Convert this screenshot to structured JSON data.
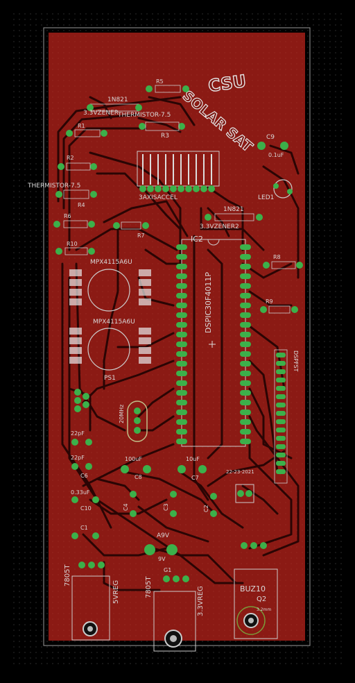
{
  "board": {
    "colors": {
      "background": "#000000",
      "copper": "#8b1a14",
      "trace": "#2a0504",
      "pad": "#3cb04a",
      "silk": "#d9d9d9",
      "grid": "#5a5a5a"
    },
    "logo": {
      "top": "CSU",
      "bottom": "SOLAR SAT"
    },
    "labels": {
      "zener1_part": "1N821",
      "zener1_name": "3.3VZENER",
      "therm1": "THERMISTOR-7.5",
      "r5": "R5",
      "r3": "R3",
      "r1": "R1",
      "r2": "R2",
      "therm2": "THERMISTOR-7.5",
      "r4": "R4",
      "r6": "R6",
      "r7": "R7",
      "r10": "R10",
      "accel": "3AXISACCEL",
      "c9": "C9",
      "c9_val": "0.1uF",
      "led1": "LED1",
      "zener2_part": "1N821",
      "zener2_name": "3.3VZENER2",
      "ic2": "IC2",
      "mcu": "DSPIC30F4011P",
      "r8": "R8",
      "r9": "R9",
      "mpx1": "MPX4115A6U",
      "mpx2": "MPX4115A6U",
      "ps1": "PS1",
      "conn": "DSPFST",
      "crystal": "20MHz",
      "c1_val": "22pF",
      "c6": "C6",
      "c6_val": "22pF",
      "c5_val": "100uF",
      "c8": "C8",
      "c7_val": "10uF",
      "c7": "C7",
      "sw": "22-23-2021",
      "c10_val": "0.33uF",
      "c10": "C10",
      "c1": "C1",
      "c2": "C2",
      "c3": "C3",
      "c4": "C4",
      "a9v": "A9V",
      "bat": "9V",
      "g1": "G1",
      "reg5_part": "7805T",
      "reg5_name": "5VREG",
      "reg3_part": "7805T",
      "reg3_name": "3.3VREG",
      "q2_part": "BUZ10",
      "q2_name": "Q2",
      "mount": "3.2mm"
    }
  }
}
